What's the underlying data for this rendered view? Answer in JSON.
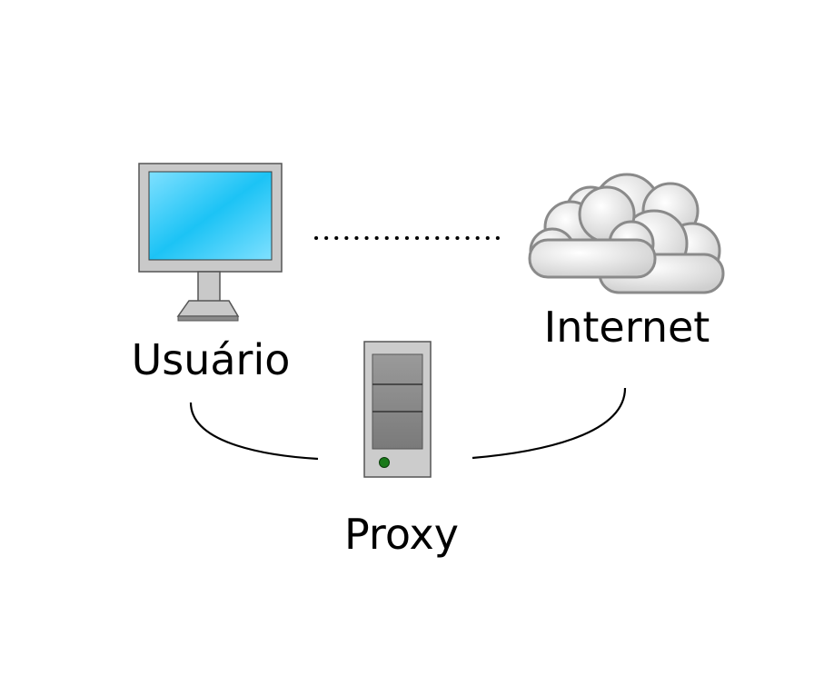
{
  "nodes": {
    "user": {
      "label": "Usuário",
      "icon": "computer-monitor-icon"
    },
    "internet": {
      "label": "Internet",
      "icon": "cloud-icon"
    },
    "proxy": {
      "label": "Proxy",
      "icon": "server-tower-icon"
    }
  },
  "connections": [
    {
      "from": "user",
      "to": "internet",
      "style": "dotted"
    },
    {
      "from": "user",
      "to": "proxy",
      "style": "solid-curve"
    },
    {
      "from": "proxy",
      "to": "internet",
      "style": "solid-curve"
    }
  ],
  "colors": {
    "background": "#ffffff",
    "screen": "#1cc3f5",
    "monitor_frame": "#c8c8c8",
    "cloud": "#e6e6e6",
    "server_body": "#cccccc",
    "server_bay": "#8c8c8c",
    "power_led": "#1a7a1a",
    "line": "#000000"
  }
}
